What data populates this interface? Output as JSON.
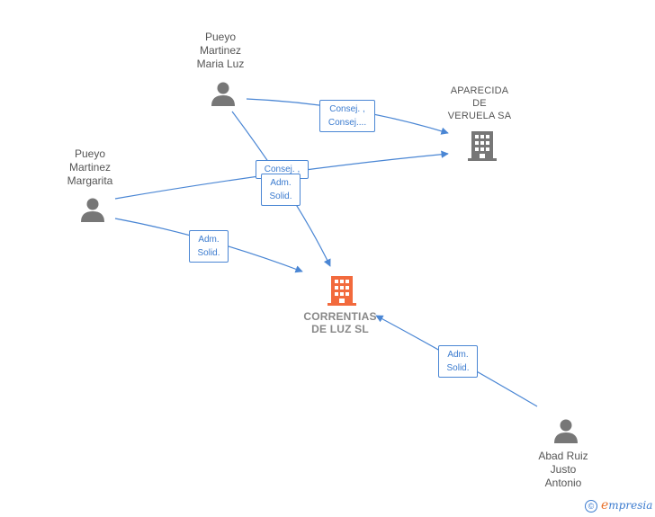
{
  "nodes": {
    "person_maria_luz": {
      "label": "Pueyo\nMartinez\nMaria Luz"
    },
    "person_margarita": {
      "label": "Pueyo\nMartinez\nMargarita"
    },
    "person_abad": {
      "label": "Abad Ruiz\nJusto\nAntonio"
    },
    "company_aparecida": {
      "label": "APARECIDA\nDE\nVERUELA SA"
    },
    "company_correntias": {
      "label": "CORRENTIAS\nDE LUZ  SL"
    }
  },
  "edges": {
    "maria_to_aparecida": "Consej. ,\nConsej....",
    "margarita_to_aparecida": "Consej. ,",
    "maria_to_correntias": "Adm.\nSolid.",
    "margarita_to_correntias": "Adm.\nSolid.",
    "abad_to_correntias": "Adm.\nSolid."
  },
  "colors": {
    "edge": "#4a86d4",
    "person_icon": "#777777",
    "company_icon": "#777777",
    "main_company_icon": "#f26a3d"
  },
  "brand": {
    "copyright_symbol": "©",
    "logo_first_letter": "e",
    "logo_rest": "mpresia"
  }
}
